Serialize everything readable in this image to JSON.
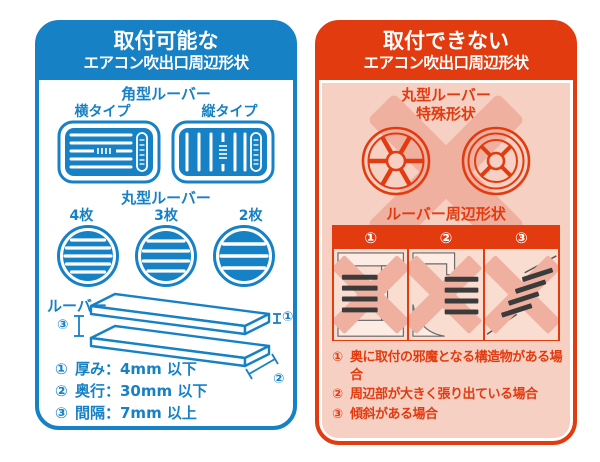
{
  "colors": {
    "blue": "#1781c6",
    "red": "#e23b10",
    "pink": "#f6d0c3",
    "pink_cell": "#f9ddd1",
    "pink_structure": "#fcece4",
    "salmon": "#f0b0a0",
    "slat": "#3b3b3b",
    "white": "#ffffff"
  },
  "left_panel": {
    "title_line1": "取付可能な",
    "title_line2": "エアコン吹出口周辺形状",
    "square_louver_heading": "角型ルーバー",
    "horizontal_type_label": "横タイプ",
    "vertical_type_label": "縦タイプ",
    "round_louver_heading": "丸型ルーバー",
    "round_counts": [
      "4枚",
      "3枚",
      "2枚"
    ],
    "louver_diagram": {
      "louver_label": "ルーバー",
      "thickness_marker": "①",
      "depth_marker": "②",
      "gap_marker": "③"
    },
    "specs": [
      {
        "num": "①",
        "text": "厚み：4mm 以下"
      },
      {
        "num": "②",
        "text": "奥行：30mm 以下"
      },
      {
        "num": "③",
        "text": "間隔：7mm 以上"
      }
    ]
  },
  "right_panel": {
    "title_line1": "取付できない",
    "title_line2": "エアコン吹出口周辺形状",
    "special_heading_line1": "丸型ルーバー",
    "special_heading_line2": "特殊形状",
    "surround_heading": "ルーバー周辺形状",
    "table_headers": [
      "①",
      "②",
      "③"
    ],
    "notes": [
      {
        "num": "①",
        "text": "奥に取付の邪魔となる構造物がある場合"
      },
      {
        "num": "②",
        "text": "周辺部が大きく張り出ている場合"
      },
      {
        "num": "③",
        "text": "傾斜がある場合"
      }
    ]
  }
}
